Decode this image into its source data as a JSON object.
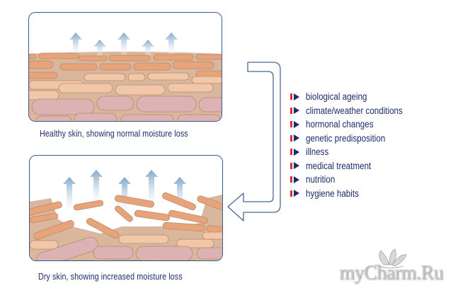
{
  "diagram": {
    "panels": [
      {
        "id": "healthy",
        "caption": "Healthy skin, showing normal moisture loss",
        "moisture_arrows": 5,
        "condition": "intact"
      },
      {
        "id": "dry",
        "caption": "Dry skin, showing increased moisture loss",
        "moisture_arrows": 5,
        "condition": "disrupted"
      }
    ],
    "factors": [
      "biological ageing",
      "climate/weather conditions",
      "hormonal changes",
      "genetic predisposition",
      "illness",
      "medical treatment",
      "nutrition",
      "hygiene habits"
    ],
    "colors": {
      "text": "#1d2c6b",
      "frame": "#3e5a8a",
      "bullet_bar": "#e02a38",
      "arrow_fill": "#8fb1cf",
      "cell_top": "#e8a478",
      "cell_mid": "#f1c7a8",
      "cell_deep": "#ddb2b2",
      "matrix": "#cfae96"
    },
    "watermark": "myCharm.Ru"
  }
}
